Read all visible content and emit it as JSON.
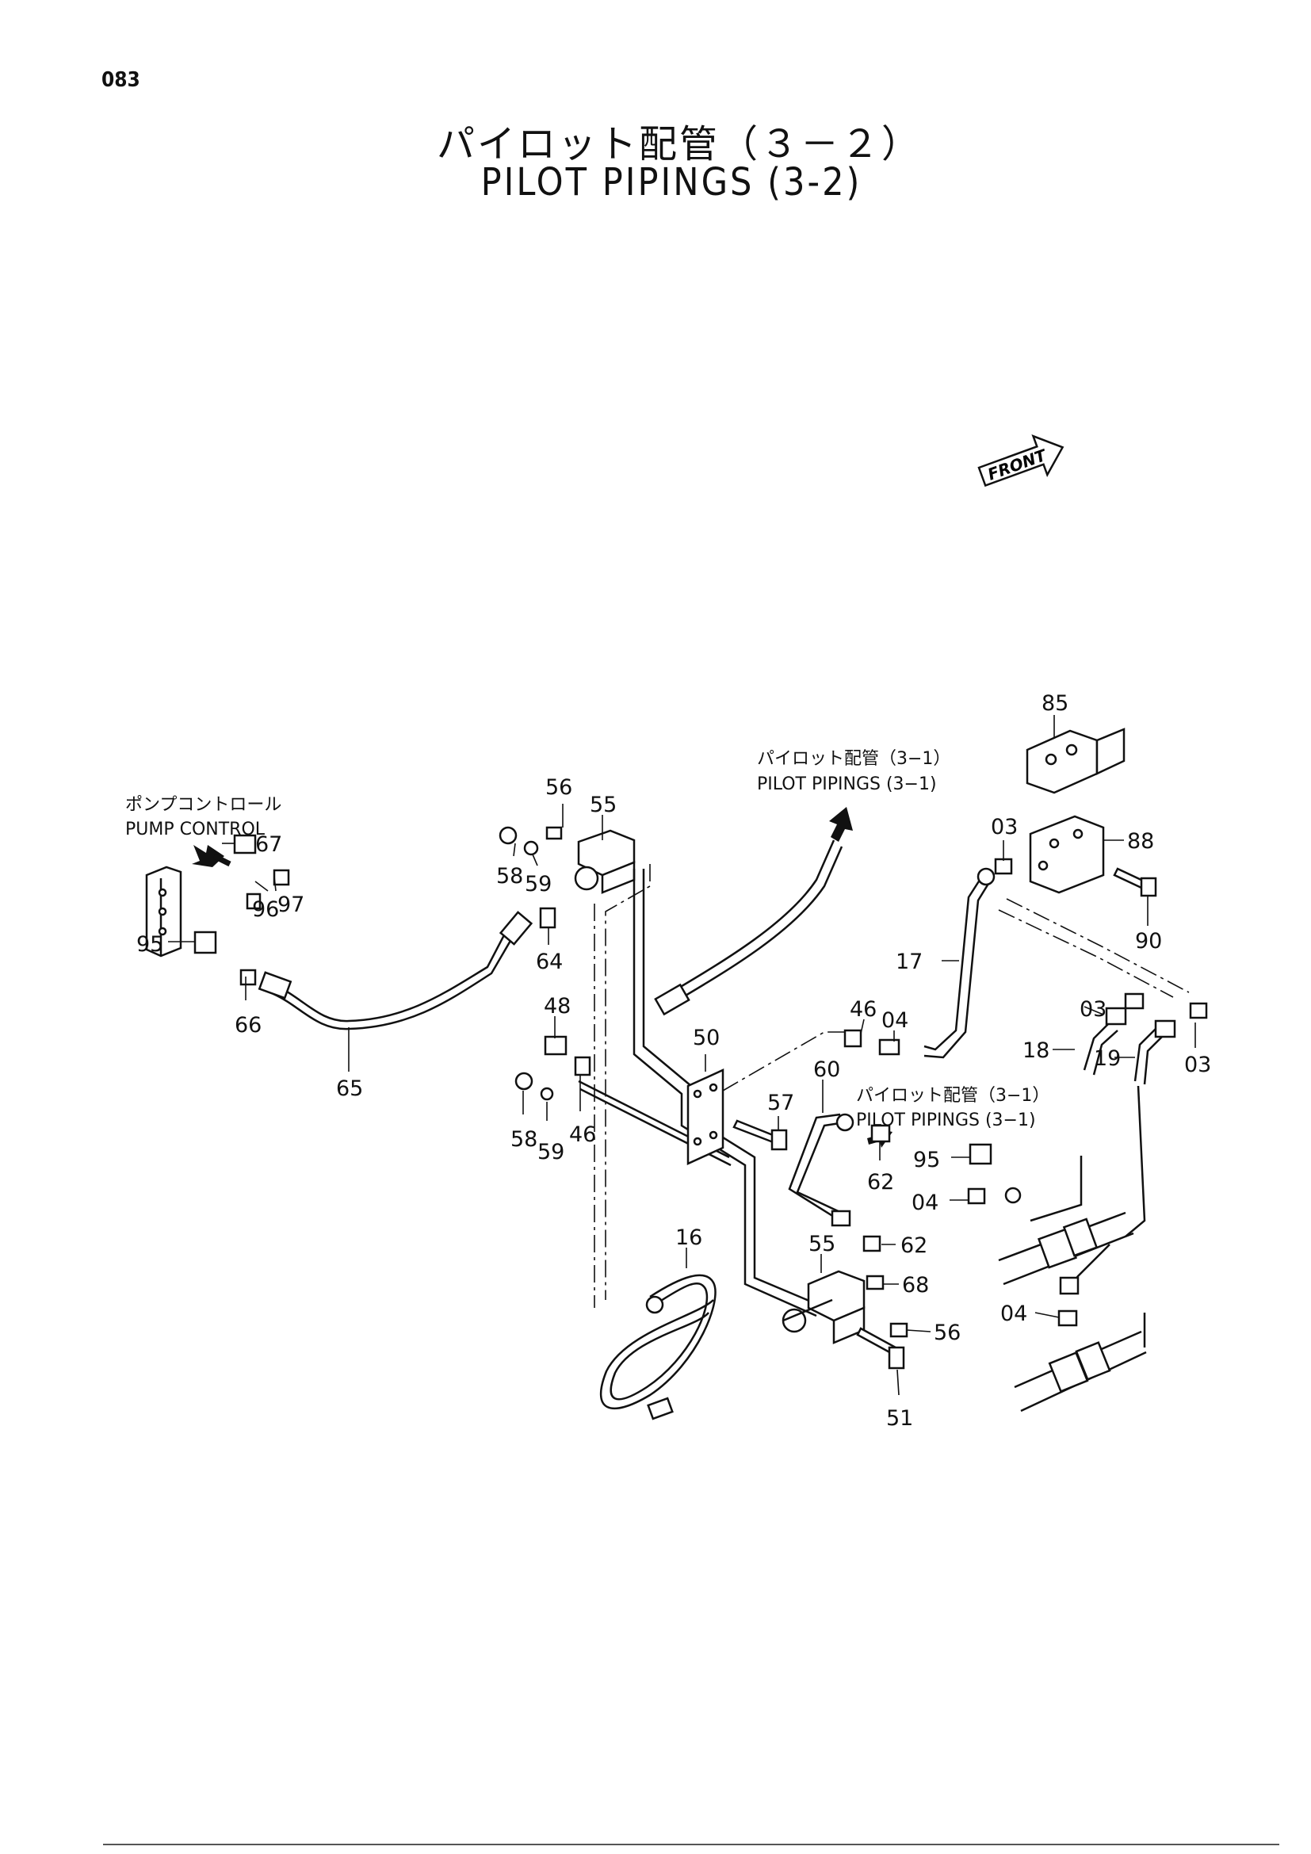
{
  "page": {
    "number": "083"
  },
  "title": {
    "japanese": "パイロット配管（３－２）",
    "english": "PILOT PIPINGS (3-2)"
  },
  "direction_marker": {
    "label": "FRONT",
    "icon": "front-arrow-icon"
  },
  "references": {
    "pump_control": {
      "jp": "ポンプコントロール",
      "en": "PUMP CONTROL",
      "icon": "arrow-icon"
    },
    "pilot_upper": {
      "jp": "パイロット配管（3−1）",
      "en": "PILOT PIPINGS (3−1)",
      "icon": "arrow-icon"
    },
    "pilot_middle": {
      "jp": "パイロット配管（3−1）",
      "en": "PILOT PIPINGS (3−1)",
      "icon": "arrow-icon"
    }
  },
  "callouts": {
    "c03a": "03",
    "c03b": "03",
    "c03c": "03",
    "c04a": "04",
    "c04b": "04",
    "c04c": "04",
    "c16": "16",
    "c17": "17",
    "c18": "18",
    "c19": "19",
    "c46a": "46",
    "c46b": "46",
    "c48": "48",
    "c50": "50",
    "c51": "51",
    "c55a": "55",
    "c55b": "55",
    "c56a": "56",
    "c56b": "56",
    "c57": "57",
    "c58a": "58",
    "c58b": "58",
    "c59a": "59",
    "c59b": "59",
    "c60": "60",
    "c62a": "62",
    "c62b": "62",
    "c64": "64",
    "c65": "65",
    "c66": "66",
    "c67": "67",
    "c68": "68",
    "c85": "85",
    "c88": "88",
    "c90": "90",
    "c95a": "95",
    "c95b": "95",
    "c96": "96",
    "c97": "97"
  }
}
